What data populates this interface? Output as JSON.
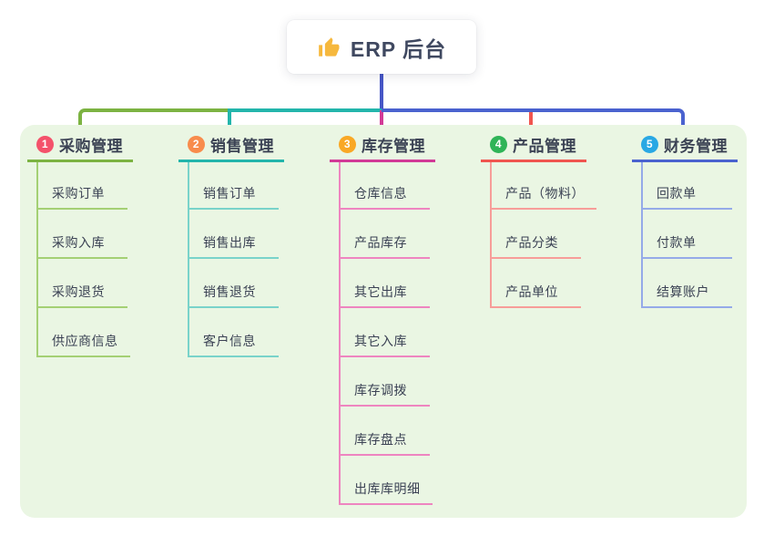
{
  "root": {
    "label": "ERP 后台",
    "icon": "thumbs-up-icon",
    "icon_color": "#f6b83d",
    "line_color": "#4656c6"
  },
  "panel": {
    "background": "#eaf6e3"
  },
  "branches": [
    {
      "num": "1",
      "label": "采购管理",
      "badge_color": "#f4526b",
      "line_color": "#7cb342",
      "line_light": "#a4d074",
      "items": [
        "采购订单",
        "采购入库",
        "采购退货",
        "供应商信息"
      ]
    },
    {
      "num": "2",
      "label": "销售管理",
      "badge_color": "#f88c4c",
      "line_color": "#23b5ab",
      "line_light": "#79d3ca",
      "items": [
        "销售订单",
        "销售出库",
        "销售退货",
        "客户信息"
      ]
    },
    {
      "num": "3",
      "label": "库存管理",
      "badge_color": "#f9a825",
      "line_color": "#d23a97",
      "line_light": "#ee85c0",
      "items": [
        "仓库信息",
        "产品库存",
        "其它出库",
        "其它入库",
        "库存调拨",
        "库存盘点",
        "出库库明细"
      ]
    },
    {
      "num": "4",
      "label": "产品管理",
      "badge_color": "#2fb457",
      "line_color": "#f0554f",
      "line_light": "#f79d99",
      "items": [
        "产品（物料）",
        "产品分类",
        "产品单位"
      ]
    },
    {
      "num": "5",
      "label": "财务管理",
      "badge_color": "#29a8e4",
      "line_color": "#4a62cf",
      "line_light": "#95aae8",
      "items": [
        "回款单",
        "付款单",
        "结算账户"
      ]
    }
  ]
}
